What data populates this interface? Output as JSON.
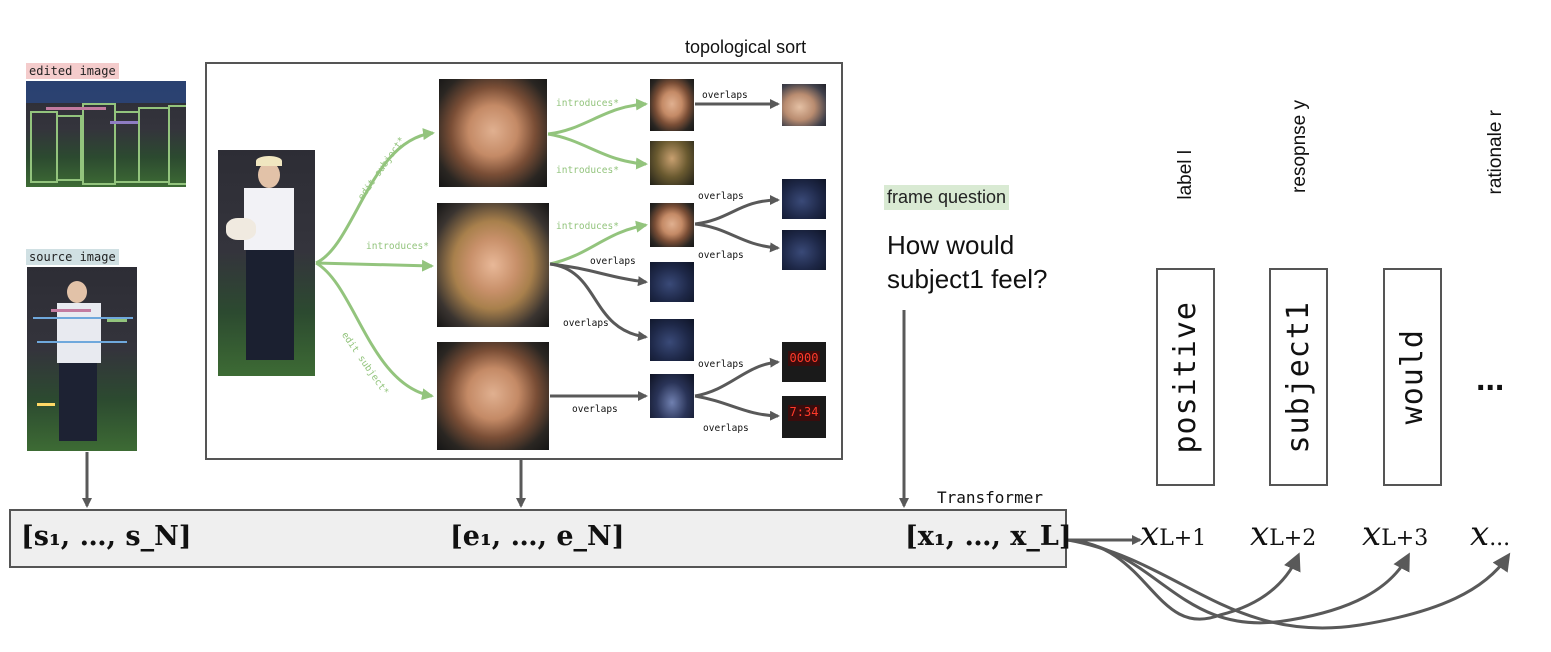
{
  "edited_image": {
    "label": "edited image"
  },
  "source_image": {
    "label": "source image"
  },
  "graph": {
    "title": "topological sort",
    "edges": {
      "edit_subject_top": "edit subject*",
      "introduces_mid": "introduces*",
      "edit_subject_bottom": "edit subject*",
      "introduces_a": "introduces*",
      "introduces_b": "introduces*",
      "introduces_c": "introduces*",
      "overlaps_1": "overlaps",
      "overlaps_2": "overlaps",
      "overlaps_3": "overlaps",
      "overlaps_4": "overlaps",
      "overlaps_5": "overlaps",
      "overlaps_6": "overlaps",
      "overlaps_7": "overlaps",
      "overlaps_8": "overlaps"
    },
    "scoreboard_1": "0000",
    "scoreboard_2": "7:34"
  },
  "frame_question": {
    "label": "frame question",
    "text_line1": "How would",
    "text_line2": "subject1 feel?"
  },
  "transformer": {
    "label": "Transformer",
    "seq_s": "[s₁, …, s_N]",
    "seq_e": "[e₁, …, e_N]",
    "seq_x": "[x₁, …, x_L]"
  },
  "outputs": {
    "labels": {
      "label": "label l",
      "response": "resopnse y",
      "rationale": "rationale r"
    },
    "tokens": {
      "t1": "positive",
      "t2": "subject1",
      "t3": "would",
      "ellipsis": "..."
    },
    "positions": {
      "p1_sub": "L+1",
      "p2_sub": "L+2",
      "p3_sub": "L+3",
      "p4_sub": "..."
    }
  },
  "colors": {
    "green_edge": "#93c47d",
    "arrow_gray": "#595959",
    "box_border": "#555555",
    "transformer_fill": "#efefef"
  }
}
